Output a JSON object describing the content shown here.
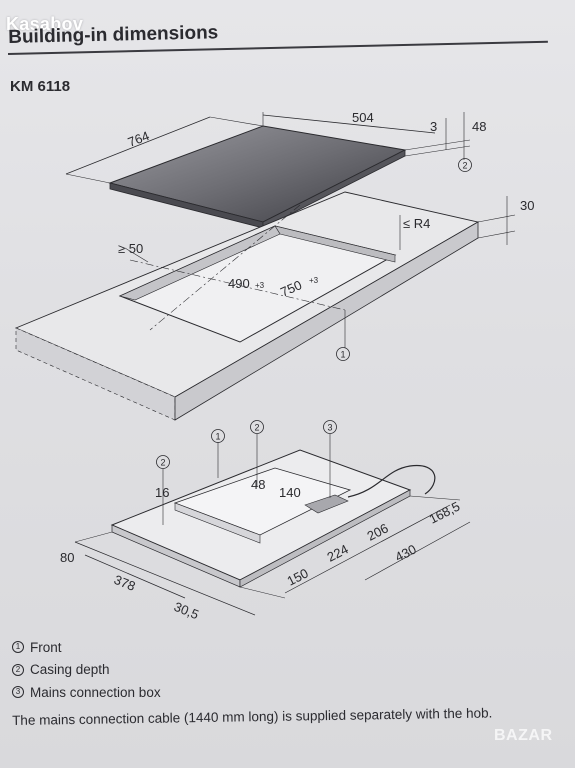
{
  "watermark": "Kasabov",
  "watermark_right": "BAZAR",
  "header": {
    "title": "Building-in dimensions",
    "model": "KM 6118"
  },
  "top_drawing": {
    "dims": {
      "depth": "764",
      "width": "504",
      "gap": "3",
      "height": "48",
      "worktop": "30",
      "radius": "≤ R4",
      "min_edge": "≥ 50",
      "cutout_depth": "490",
      "cutout_depth_tol": "+3",
      "cutout_width": "750",
      "cutout_width_tol": "+3"
    },
    "callouts": [
      "2",
      "1"
    ]
  },
  "bottom_drawing": {
    "dims": {
      "d16": "16",
      "d48": "48",
      "d140": "140",
      "d80": "80",
      "d378": "378",
      "d30_5": "30,5",
      "d150": "150",
      "d224": "224",
      "d206": "206",
      "d430": "430",
      "d168_5": "168,5"
    },
    "callouts": [
      "2",
      "1",
      "2",
      "3"
    ]
  },
  "legend": [
    {
      "num": "1",
      "label": "Front"
    },
    {
      "num": "2",
      "label": "Casing depth"
    },
    {
      "num": "3",
      "label": "Mains connection box"
    }
  ],
  "note": "The mains connection cable (1440 mm long) is supplied separately with the hob."
}
